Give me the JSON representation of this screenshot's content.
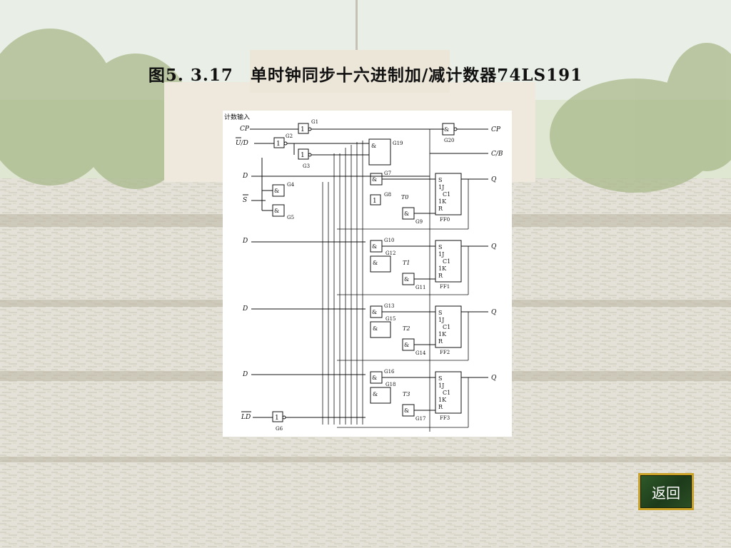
{
  "title": "图5. 3.17　单时钟同步十六进制加/减计数器74LS191",
  "back_button": "返回",
  "colors": {
    "accent_border": "#c9a227",
    "button_bg": "#2f5a2a",
    "title_text": "#111111"
  },
  "diagram": {
    "input_caption": "计数输入",
    "inputs": [
      "CP",
      "U/D",
      "S",
      "D",
      "D",
      "D",
      "D",
      "LD"
    ],
    "outputs": [
      "CP",
      "C/B",
      "Q",
      "Q",
      "Q",
      "Q"
    ],
    "gate_labels": [
      "G1",
      "G2",
      "G3",
      "G4",
      "G5",
      "G6",
      "G7",
      "G8",
      "G9",
      "G10",
      "G11",
      "G12",
      "G13",
      "G14",
      "G15",
      "G16",
      "G17",
      "G18",
      "G19",
      "G20"
    ],
    "flip_flops": [
      "FF0",
      "FF1",
      "FF2",
      "FF3"
    ],
    "ff_pins": [
      "S",
      "1J",
      "C1",
      "1K",
      "R"
    ],
    "t_labels": [
      "T0",
      "T1",
      "T2",
      "T3"
    ],
    "symbols": {
      "not": "1",
      "and": "&"
    }
  }
}
